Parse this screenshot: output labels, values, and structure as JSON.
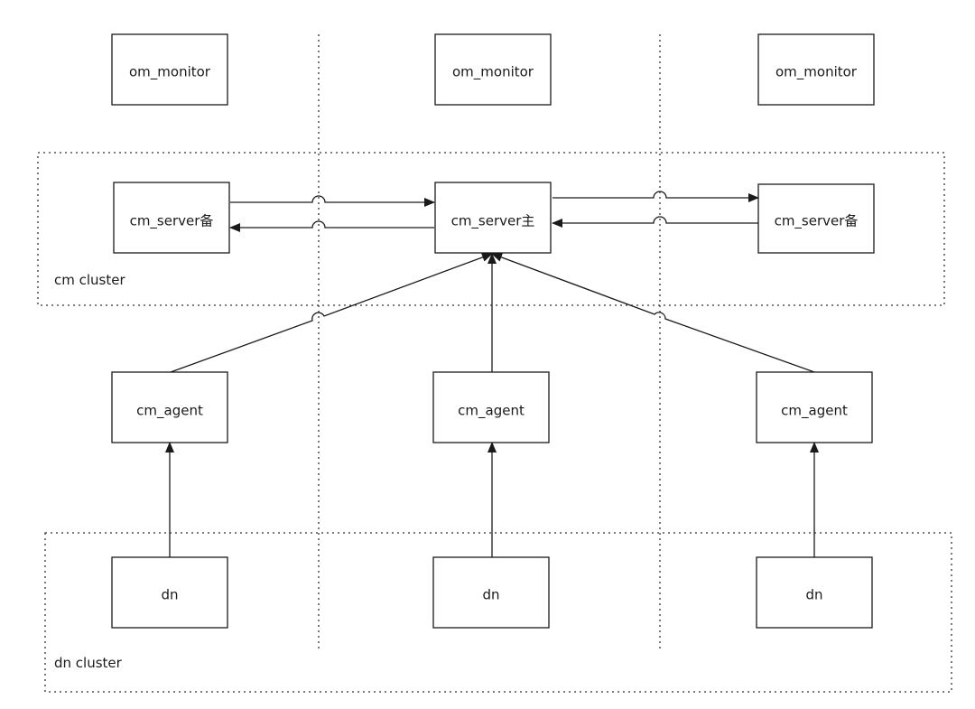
{
  "clusters": {
    "cm": {
      "label": "cm cluster"
    },
    "dn": {
      "label": "dn cluster"
    }
  },
  "nodes": {
    "om_left": {
      "label": "om_monitor"
    },
    "om_mid": {
      "label": "om_monitor"
    },
    "om_right": {
      "label": "om_monitor"
    },
    "cms_left": {
      "label": "cm_server备"
    },
    "cms_mid": {
      "label": "cm_server主"
    },
    "cms_right": {
      "label": "cm_server备"
    },
    "agent_left": {
      "label": "cm_agent"
    },
    "agent_mid": {
      "label": "cm_agent"
    },
    "agent_right": {
      "label": "cm_agent"
    },
    "dn_left": {
      "label": "dn"
    },
    "dn_mid": {
      "label": "dn"
    },
    "dn_right": {
      "label": "dn"
    }
  },
  "edges": [
    {
      "from": "cms_left",
      "to": "cms_mid"
    },
    {
      "from": "cms_mid",
      "to": "cms_left"
    },
    {
      "from": "cms_mid",
      "to": "cms_right"
    },
    {
      "from": "cms_right",
      "to": "cms_mid"
    },
    {
      "from": "agent_left",
      "to": "cms_mid"
    },
    {
      "from": "agent_mid",
      "to": "cms_mid"
    },
    {
      "from": "agent_right",
      "to": "cms_mid"
    },
    {
      "from": "dn_left",
      "to": "agent_left"
    },
    {
      "from": "dn_mid",
      "to": "agent_mid"
    },
    {
      "from": "dn_right",
      "to": "agent_right"
    }
  ],
  "colors": {
    "line": "#1a1a1a",
    "background": "#ffffff"
  }
}
